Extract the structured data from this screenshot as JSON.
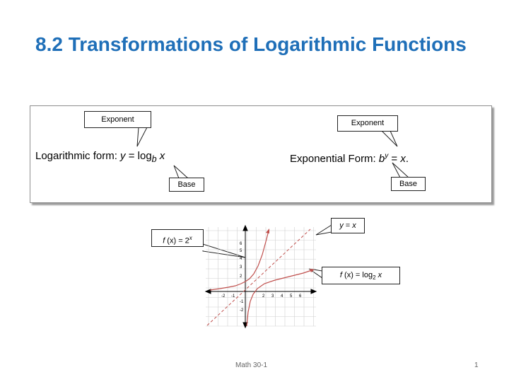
{
  "slide": {
    "title": "8.2 Transformations of Logarithmic Functions",
    "footer_center": "Math 30-1",
    "page_number": "1"
  },
  "logarithmic": {
    "label": "Logarithmic form: ",
    "y": "y",
    "eq": " = log",
    "base": "b",
    "x": "x"
  },
  "exponential": {
    "label": "Exponential Form: ",
    "b": "b",
    "exp": "y",
    "eq": " = ",
    "x": "x",
    "end": "."
  },
  "callouts": {
    "log_exponent": "Exponent",
    "log_base": "Base",
    "exp_exponent": "Exponent",
    "exp_base": "Base",
    "line_y": "y",
    "line_eq": " = ",
    "line_x": "x",
    "exp_f": "f",
    "exp_fx": " (x) = 2",
    "exp_x": "x",
    "log_f": "f",
    "log_fx": " (x) = log",
    "log_2": "2",
    "log_x": "x"
  },
  "graph": {
    "x_ticks": [
      "-2",
      "-1",
      "2",
      "3",
      "4",
      "5",
      "6"
    ],
    "y_ticks": [
      "6",
      "5",
      "4",
      "3",
      "2",
      "-1",
      "-2"
    ],
    "colors": {
      "curve": "#c0504d",
      "axis": "#000000",
      "grid": "#d0d0d0"
    }
  }
}
